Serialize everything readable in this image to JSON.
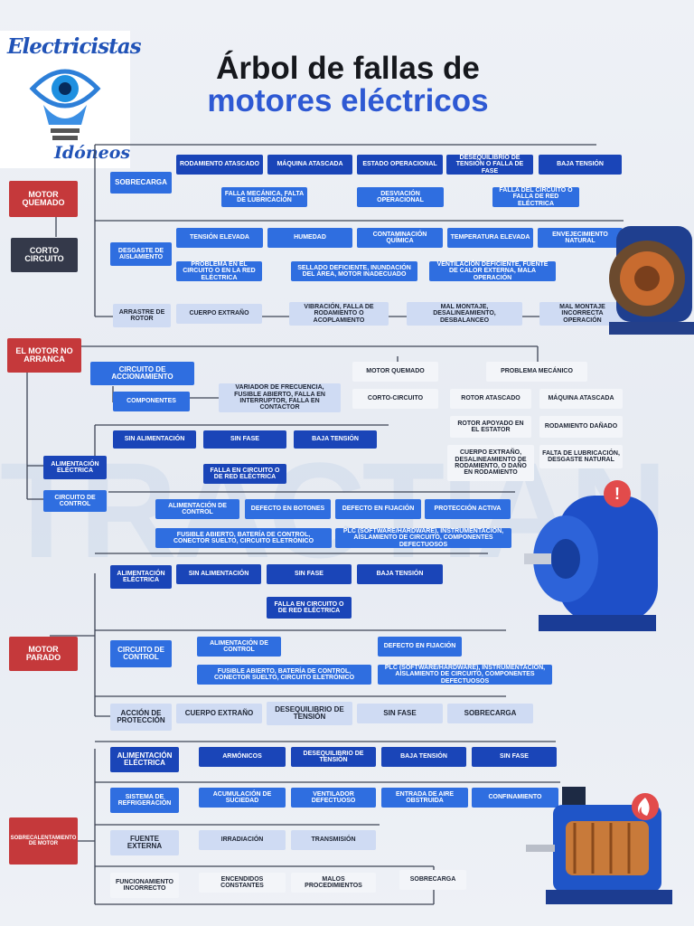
{
  "logo": {
    "line1": "Electricistas",
    "line2": "Idóneos"
  },
  "title": {
    "line1": "Árbol de fallas de",
    "line2": "motores eléctricos"
  },
  "watermark": "TRACTIAN",
  "s1": {
    "root1": "MOTOR QUEMADO",
    "root2": "CORTO CIRCUITO",
    "sobrecarga": "SOBRECARGA",
    "row1": [
      "RODAMIENTO ATASCADO",
      "MÁQUINA ATASCADA",
      "ESTADO OPERACIONAL",
      "DESEQUILIBRIO DE TENSIÓN O FALLA DE FASE",
      "BAJA TENSIÓN"
    ],
    "sub1a": "FALLA MECÁNICA, FALTA DE LUBRICACIÓN",
    "sub1b": "DESVIACIÓN OPERACIONAL",
    "sub1c": "FALLA DEL CIRCUITO O FALLA DE RED ELÉCTRICA",
    "desgaste": "DESGASTE DE AISLAMIENTO",
    "row2": [
      "TENSIÓN ELEVADA",
      "HUMEDAD",
      "CONTAMINACIÓN QUÍMICA",
      "TEMPERATURA ELEVADA",
      "ENVEJECIMIENTO NATURAL"
    ],
    "sub2a": "PROBLEMA EN EL CIRCUITO O EN LA RED ELÉCTRICA",
    "sub2b": "SELLADO DEFICIENTE, INUNDACIÓN DEL ÁREA, MOTOR INADECUADO",
    "sub2c": "VENTILACIÓN DEFICIENTE, FUENTE DE CALOR EXTERNA, MALA OPERACIÓN",
    "arrastre": "ARRASTRE DE ROTOR",
    "row3": [
      "CUERPO EXTRAÑO",
      "VIBRACIÓN, FALLA DE RODAMIENTO O ACOPLAMIENTO",
      "MAL MONTAJE, DESALINEAMIENTO, DESBALANCEO",
      "MAL MONTAJE INCORRECTA OPERACIÓN"
    ]
  },
  "s2": {
    "root": "EL MOTOR NO ARRANCA",
    "circ_acc": "CIRCUITO DE ACCIONAMIENTO",
    "componentes": "COMPONENTES",
    "comp_detail": "VARIADOR DE FRECUENCIA, FUSIBLE ABIERTO, FALLA EN INTERRUPTOR, FALLA EN CONTACTOR",
    "motor_quemado": "MOTOR QUEMADO",
    "corto": "CORTO-CIRCUITO",
    "prob_mec": "PROBLEMA MECÁNICO",
    "mec_left": [
      "ROTOR ATASCADO",
      "ROTOR APOYADO EN EL ESTATOR",
      "CUERPO EXTRAÑO, DESALINEAMIENTO DE RODAMIENTO, O DAÑO EN RODAMIENTO"
    ],
    "mec_right": [
      "MÁQUINA ATASCADA",
      "RODAMIENTO DAÑADO",
      "FALTA DE LUBRICACIÓN, DESGASTE NATURAL"
    ],
    "alim": "ALIMENTACIÓN ELÉCTRICA",
    "alim_row": [
      "SIN ALIMENTACIÓN",
      "SIN FASE",
      "BAJA TENSIÓN"
    ],
    "alim_sub": "FALLA EN CIRCUITO O DE RED ELÉCTRICA",
    "circ_ctrl": "CIRCUITO DE CONTROL",
    "ctrl_row": [
      "ALIMENTACIÓN DE CONTROL",
      "DEFECTO EN BOTONES",
      "DEFECTO EN FIJACIÓN",
      "PROTECCIÓN ACTIVA"
    ],
    "ctrl_sub1": "FUSIBLE ABIERTO, BATERÍA DE CONTROL, CONECTOR SUELTO, CIRCUITO ELETRÓNICO",
    "ctrl_sub2": "PLC (SOFTWARE/HARDWARE), INSTRUMENTACIÓN, AISLAMIENTO DE CIRCUITO, COMPONENTES DEFECTUOSOS"
  },
  "s3": {
    "root": "MOTOR PARADO",
    "alim": "ALIMENTACIÓN ELÉCTRICA",
    "alim_row": [
      "SIN ALIMENTACIÓN",
      "SIN FASE",
      "BAJA TENSIÓN"
    ],
    "alim_sub": "FALLA EN CIRCUITO O DE RED ELÉCTRICA",
    "ctrl": "CIRCUITO DE CONTROL",
    "ctrl_row": [
      "ALIMENTACIÓN DE CONTROL",
      "DEFECTO EN FIJACIÓN"
    ],
    "ctrl_sub1": "FUSIBLE ABIERTO, BATERÍA DE CONTROL, CONECTOR SUELTO, CIRCUITO ELETRÓNICO",
    "ctrl_sub2": "PLC (SOFTWARE/HARDWARE), INSTRUMENTACIÓN, AISLAMIENTO DE CIRCUITO, COMPONENTES DEFECTUOSOS",
    "prot": "ACCIÓN DE PROTECCIÓN",
    "prot_row": [
      "CUERPO EXTRAÑO",
      "DESEQUILIBRIO DE TENSIÓN",
      "SIN FASE",
      "SOBRECARGA"
    ]
  },
  "s4": {
    "root": "SOBRECALENTAMIENTO DE MOTOR",
    "alim": "ALIMENTACIÓN ELÉCTRICA",
    "alim_row": [
      "ARMÓNICOS",
      "DESEQUILIBRIO DE TENSIÓN",
      "BAJA TENSIÓN",
      "SIN FASE"
    ],
    "refri": "SISTEMA DE REFRIGERACIÓN",
    "refri_row": [
      "ACUMULACIÓN DE SUCIEDAD",
      "VENTILADOR DEFECTUOSO",
      "ENTRADA DE AIRE OBSTRUIDA",
      "CONFINAMIENTO"
    ],
    "fuente": "FUENTE EXTERNA",
    "fuente_row": [
      "IRRADIACIÓN",
      "TRANSMISIÓN"
    ],
    "func": "FUNCIONAMIENTO INCORRECTO",
    "func_row": [
      "ENCENDIDOS CONSTANTES",
      "MALOS PROCEDIMIENTOS",
      "SOBRECARGA"
    ]
  },
  "colors": {
    "dark_blue": "#1a45b8",
    "mid_blue": "#2f6ee0",
    "light_blue": "#cfdbf3",
    "red": "#c5393b",
    "charcoal": "#34394a"
  }
}
